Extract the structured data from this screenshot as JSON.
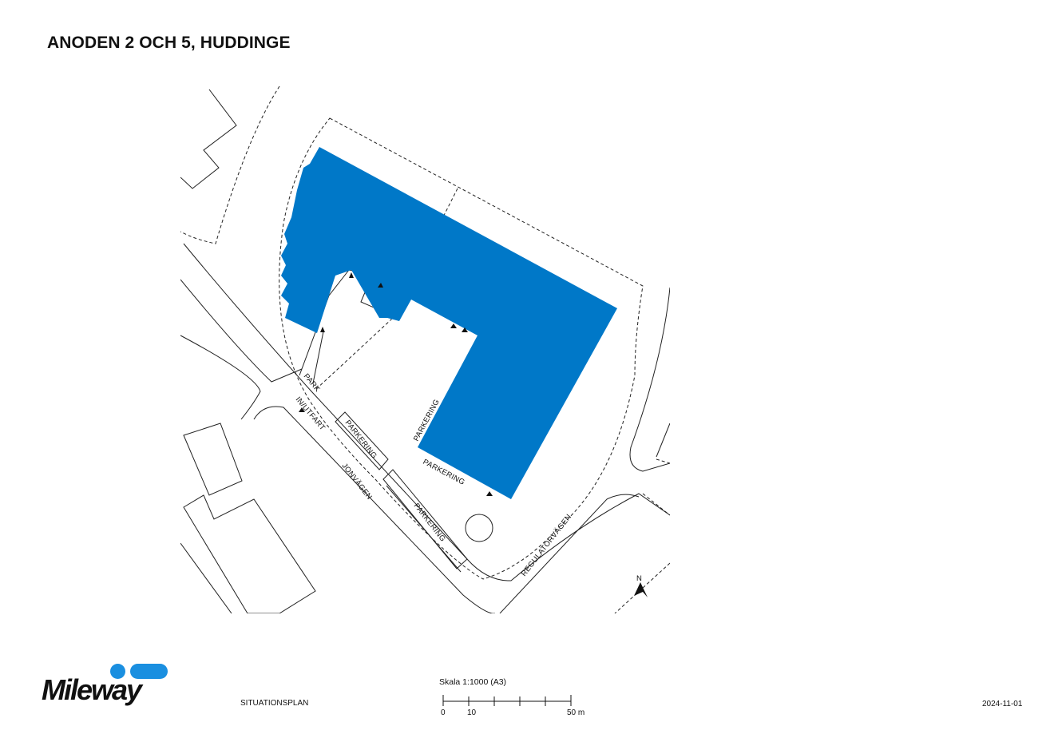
{
  "title": "ANODEN 2 OCH 5, HUDDINGE",
  "colors": {
    "building": "#0078c8",
    "logo_accent": "#1a8fe0"
  },
  "map": {
    "labels": {
      "park": "PARK",
      "in_utfart": "IN/UTFART",
      "jonvagen": "JONVÄGEN",
      "parkering_1": "PARKERING",
      "parkering_2": "PARKERING",
      "parkering_3": "PARKERING",
      "parkering_4": "PARKERING",
      "regulatorvagen": "REGULATORVÄGEN"
    },
    "north": "N"
  },
  "footer": {
    "logo": "Mileway",
    "doc_type": "SITUATIONSPLAN",
    "scale_title": "Skala 1:1000 (A3)",
    "scale_ticks": [
      "0",
      "10",
      "50 m"
    ],
    "date": "2024-11-01"
  }
}
